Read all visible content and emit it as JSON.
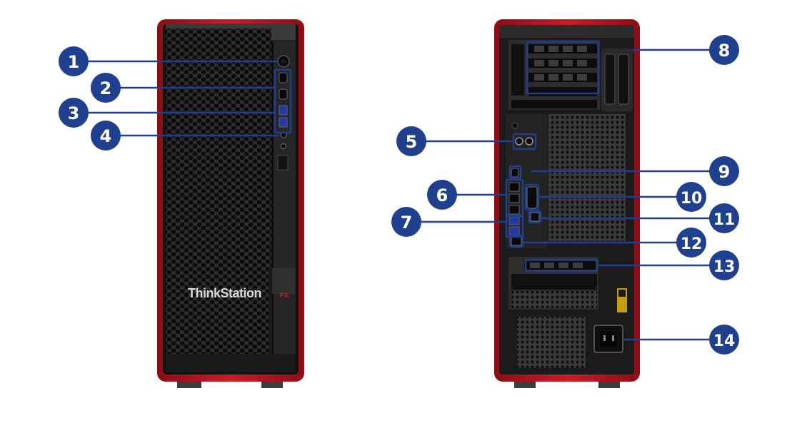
{
  "brand_logo": "ThinkStation",
  "brand_mark": "PX",
  "colors": {
    "chassis_red": "#b5121b",
    "callout_blue": "#1f3f8f",
    "mesh_dark": "#1a1a1a",
    "panel_dark": "#2a2a2a"
  },
  "callouts": [
    {
      "id": "1",
      "label": "1"
    },
    {
      "id": "2",
      "label": "2"
    },
    {
      "id": "3",
      "label": "3"
    },
    {
      "id": "4",
      "label": "4"
    },
    {
      "id": "5",
      "label": "5"
    },
    {
      "id": "6",
      "label": "6"
    },
    {
      "id": "7",
      "label": "7"
    },
    {
      "id": "8",
      "label": "8"
    },
    {
      "id": "9",
      "label": "9"
    },
    {
      "id": "10",
      "label": "10"
    },
    {
      "id": "11",
      "label": "11"
    },
    {
      "id": "12",
      "label": "12"
    },
    {
      "id": "13",
      "label": "13"
    },
    {
      "id": "14",
      "label": "14"
    }
  ]
}
